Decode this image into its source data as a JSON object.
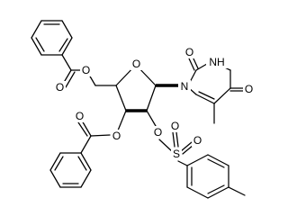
{
  "molecule": {
    "atom_labels": {
      "ester_o_primary": "O",
      "ester_carbonyl_o_top": "O",
      "ring_o": "O",
      "n1": "N",
      "c2_oxo": "O",
      "n3h": "NH",
      "c4_oxo": "O",
      "ester_o_secondary": "O",
      "ester_carbonyl_o_bottom": "O",
      "tosyl_o_link": "O",
      "sulfur": "S",
      "sulfonyl_o_left": "O",
      "sulfonyl_o_right": "O"
    }
  }
}
